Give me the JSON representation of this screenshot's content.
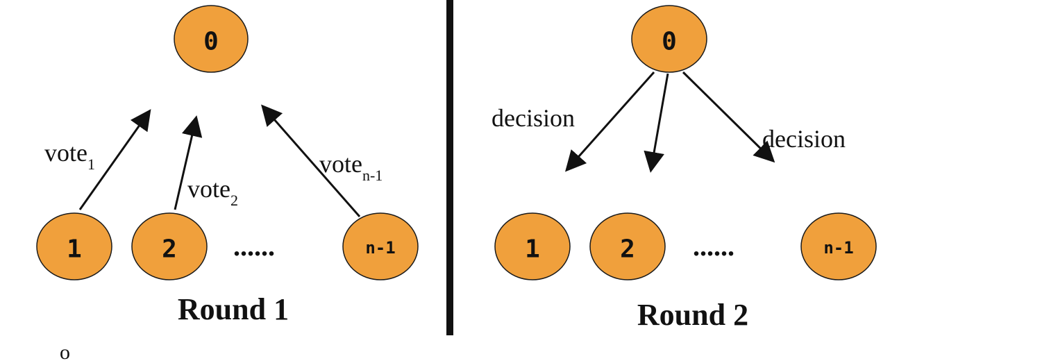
{
  "round1": {
    "title": "Round 1",
    "nodes": {
      "coordinator": "0",
      "n1": "1",
      "n2": "2",
      "nlast": "n-1"
    },
    "ellipsis": "......",
    "edges": [
      {
        "base": "vote",
        "sub": "1"
      },
      {
        "base": "vote",
        "sub": "2"
      },
      {
        "base": "vote",
        "sub": "n-1"
      }
    ]
  },
  "round2": {
    "title": "Round 2",
    "nodes": {
      "coordinator": "0",
      "n1": "1",
      "n2": "2",
      "nlast": "n-1"
    },
    "ellipsis": "......",
    "edges": [
      {
        "label": "decision"
      },
      {
        "label": "decision"
      }
    ]
  },
  "footer": {
    "bullet": "o"
  },
  "colors": {
    "node_fill": "#f0a03c",
    "divider": "#111111"
  }
}
